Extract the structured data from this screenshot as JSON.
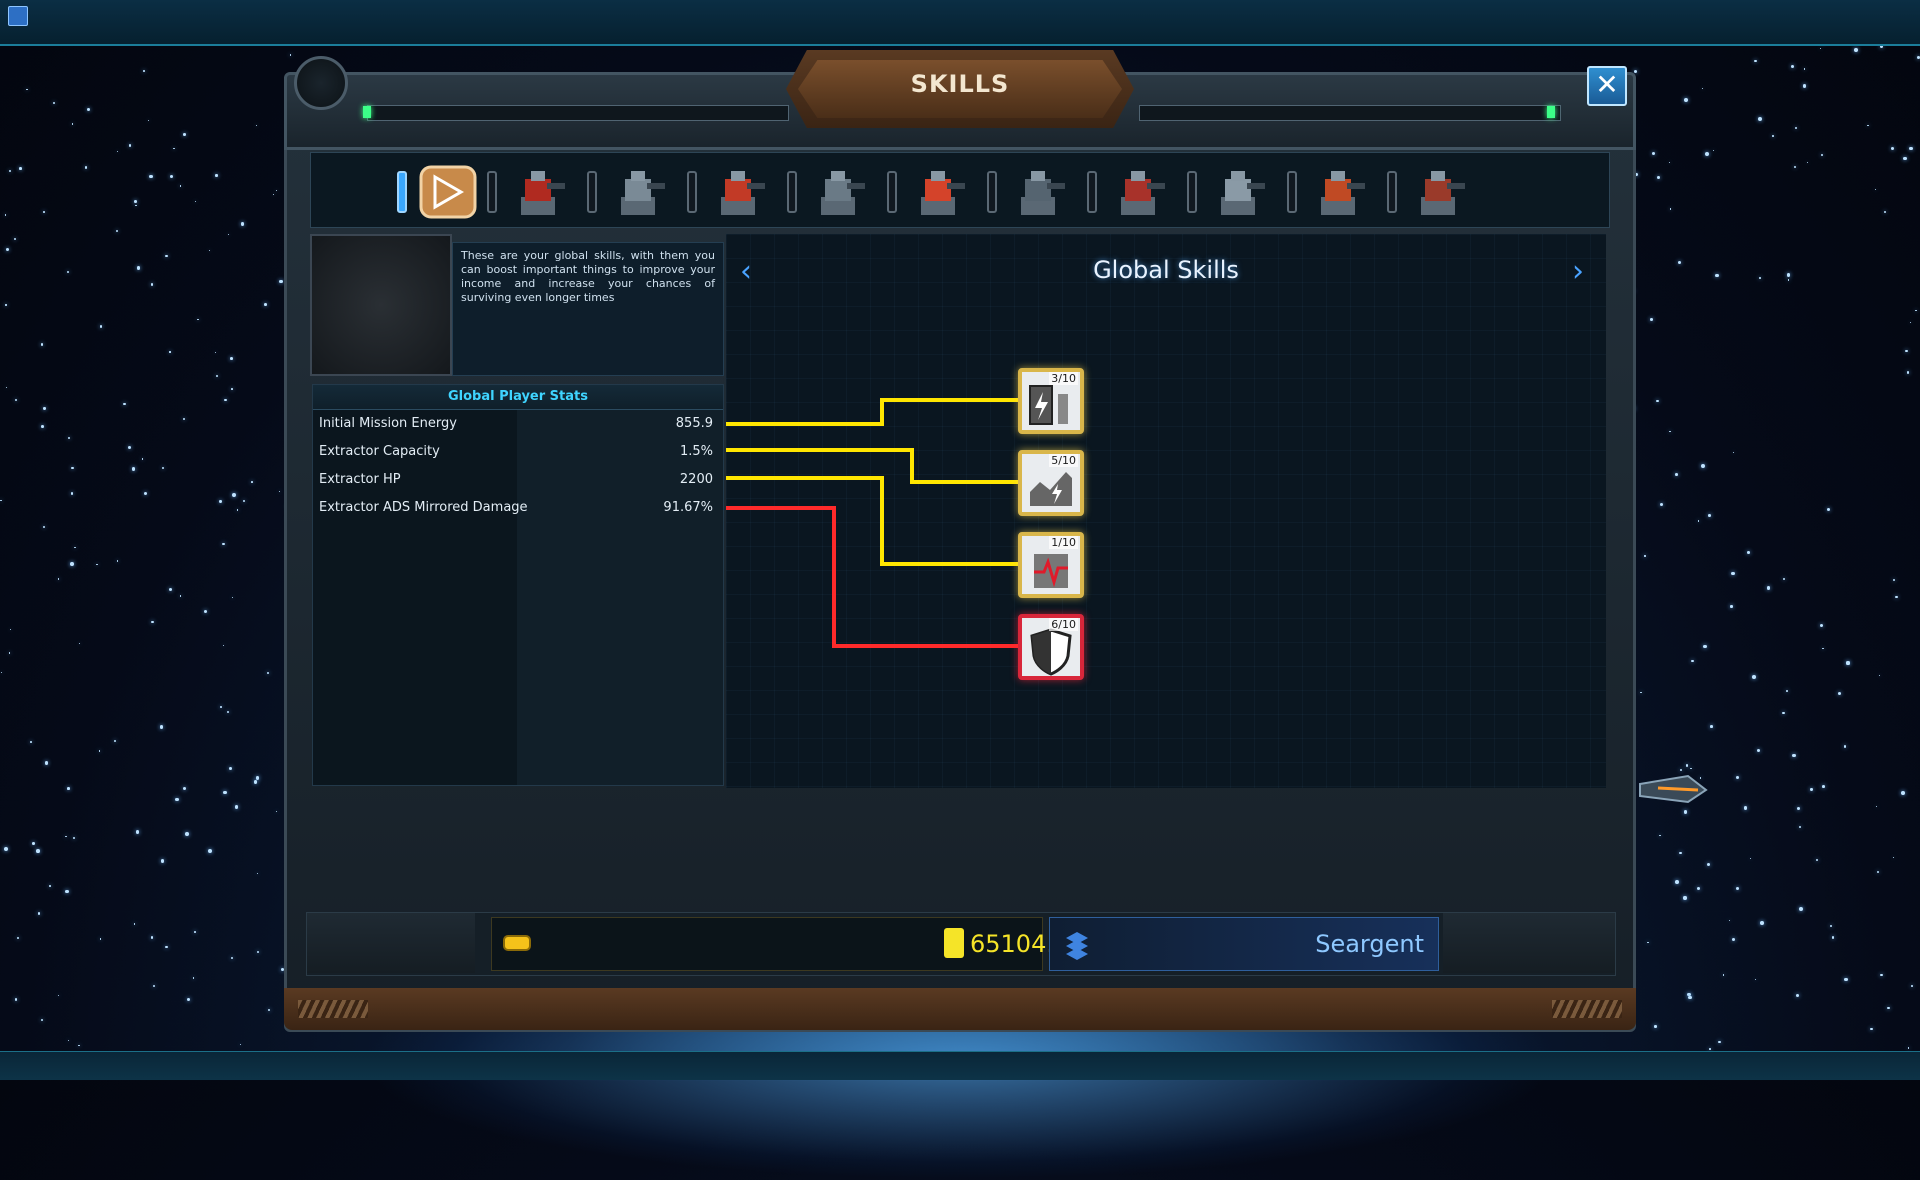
{
  "window": {
    "title": "SKILLS",
    "close_label": "✕"
  },
  "tabs": [
    {
      "name": "global-skills",
      "active": true
    },
    {
      "name": "turret-1",
      "active": false
    },
    {
      "name": "turret-2",
      "active": false
    },
    {
      "name": "turret-3",
      "active": false
    },
    {
      "name": "turret-4",
      "active": false
    },
    {
      "name": "turret-5",
      "active": false
    },
    {
      "name": "turret-6",
      "active": false
    },
    {
      "name": "turret-7",
      "active": false
    },
    {
      "name": "turret-8",
      "active": false
    },
    {
      "name": "turret-9",
      "active": false
    },
    {
      "name": "turret-10",
      "active": false
    }
  ],
  "description": "These are your global skills, with them you can boost important things to improve your income and increase your chances of surviving even longer times",
  "stats": {
    "header": "Global Player Stats",
    "rows": [
      {
        "label": "Initial Mission Energy",
        "value": "855.9"
      },
      {
        "label": "Extractor Capacity",
        "value": "1.5%"
      },
      {
        "label": "Extractor HP",
        "value": "2200"
      },
      {
        "label": "Extractor ADS Mirrored Damage",
        "value": "91.67%"
      }
    ]
  },
  "tree": {
    "title": "Global Skills",
    "prev": "‹",
    "next": "›",
    "nodes": [
      {
        "name": "energy-skill",
        "level": "3/10",
        "color": "#ffe600",
        "icon": "battery-bolt-icon"
      },
      {
        "name": "capacity-skill",
        "level": "5/10",
        "color": "#ffe600",
        "icon": "chart-up-icon"
      },
      {
        "name": "hp-skill",
        "level": "1/10",
        "color": "#ffe600",
        "icon": "heartbeat-icon"
      },
      {
        "name": "mirror-damage-skill",
        "level": "6/10",
        "color": "#ff2a2a",
        "icon": "shield-icon"
      }
    ]
  },
  "footer": {
    "energy": "65104.4",
    "rank": "Seargent"
  }
}
